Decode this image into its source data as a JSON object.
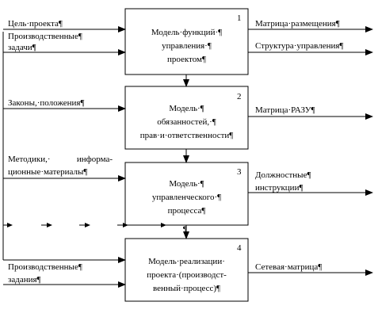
{
  "boxes": [
    {
      "number": "1",
      "lines": [
        "Модель·функций·¶",
        "управления·¶",
        "проектом¶"
      ]
    },
    {
      "number": "2",
      "lines": [
        "Модель·¶",
        "обязанностей,·¶",
        "прав·и·ответственности¶"
      ]
    },
    {
      "number": "3",
      "lines": [
        "Модель·¶",
        "управленческого·¶",
        "процесса¶"
      ]
    },
    {
      "number": "4",
      "lines": [
        "Модель·реализации·",
        "проекта·(производст-",
        "венный·процесс)¶"
      ]
    }
  ],
  "inputs": {
    "goal": "Цель·проекта¶",
    "prod_tasks_1": "Производственные¶",
    "prod_tasks_2": "задачи¶",
    "laws": "Законы,·положения¶",
    "methods_1": "Методики,·  информа-",
    "methods_2": "ционные·материалы¶",
    "prod_orders_1": "Производственные¶",
    "prod_orders_2": "задания¶"
  },
  "outputs": {
    "placement_matrix": "Матрица·размещения¶",
    "mgmt_structure": "Структура·управления¶",
    "raci_matrix": "Матрица·РАЗУ¶",
    "job_1": "Должностные¶",
    "job_2": "инструкции¶",
    "network_matrix": "Сетевая·матрица¶"
  },
  "marks": {
    "pilcrow": "¶"
  }
}
